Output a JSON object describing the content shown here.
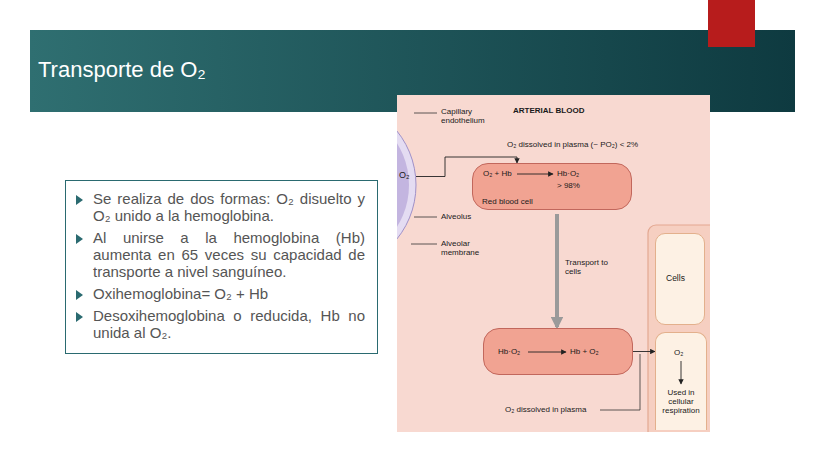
{
  "diagram": {
    "title": "Transporte de O₂",
    "nodes": [
      {
        "text": [
          "Se realiza de dos formas: O₂ disuelto y O₂ unido a la hemoglobina.",
          "Al unirse a la hemoglobina (Hb) aumenta en 65 veces su capacidad de transporte a nivel sanguíneo.",
          "Oxihemoglobina= O₂ + Hb",
          "Desoxihemoglobina o reducida, Hb no unida al O₂."
        ]
      },
      {
        "text": [
          "O₂"
        ]
      },
      {
        "text": [
          "O₂ + Hb",
          "Hb·O₂",
          "> 98%",
          "Red blood cell"
        ]
      },
      {
        "text": [
          "Hb·O₂",
          "Hb + O₂"
        ]
      },
      {
        "text": [
          "Cells"
        ]
      },
      {
        "text": [
          "O₂",
          "Used in cellular respiration"
        ]
      }
    ],
    "edges": [
      {
        "from": 1,
        "to": 2,
        "arrow": "to"
      },
      {
        "from": 2,
        "to": 3,
        "arrow": "to",
        "label": "Transport to cells"
      },
      {
        "from": 3,
        "to": 5,
        "arrow": "to"
      }
    ],
    "labels": [
      "ARTERIAL BLOOD",
      "Capillary endothelium",
      "O₂ dissolved in plasma (~ PO₂) < 2%",
      "Alveolus",
      "Alveolar membrane",
      "O₂ dissolved in plasma"
    ]
  }
}
